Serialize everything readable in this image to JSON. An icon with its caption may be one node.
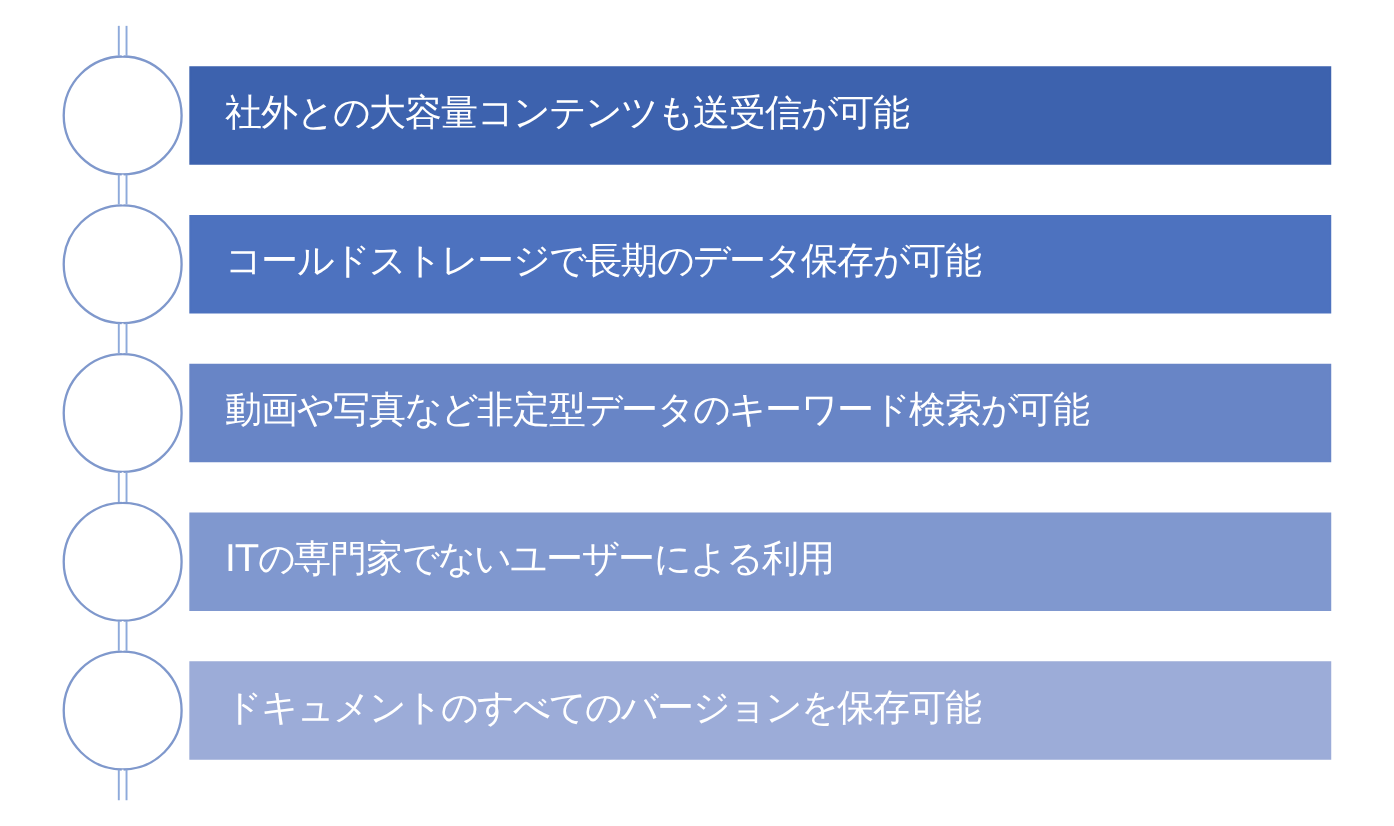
{
  "diagram": {
    "nodes": [
      {
        "text": [],
        "shape": "circle"
      },
      {
        "text": [
          "社外との大容量コンテンツも送受信が可能"
        ]
      },
      {
        "text": [],
        "shape": "circle"
      },
      {
        "text": [
          "コールドストレージで長期のデータ保存が可能"
        ]
      },
      {
        "text": [],
        "shape": "circle"
      },
      {
        "text": [
          "動画や写真など非定型データのキーワード検索が可能"
        ]
      },
      {
        "text": [],
        "shape": "circle"
      },
      {
        "text": [
          "ITの専門家でないユーザーによる利用"
        ]
      },
      {
        "text": [],
        "shape": "circle"
      },
      {
        "text": [
          "ドキュメントのすべてのバージョンを保存可能"
        ]
      }
    ],
    "edges": [
      {
        "from": null,
        "to": 0,
        "arrow": "none"
      },
      {
        "from": 0,
        "to": 2,
        "arrow": "none"
      },
      {
        "from": 2,
        "to": 4,
        "arrow": "none"
      },
      {
        "from": 4,
        "to": 6,
        "arrow": "none"
      },
      {
        "from": 6,
        "to": 8,
        "arrow": "none"
      },
      {
        "from": 8,
        "to": null,
        "arrow": "none"
      }
    ]
  }
}
